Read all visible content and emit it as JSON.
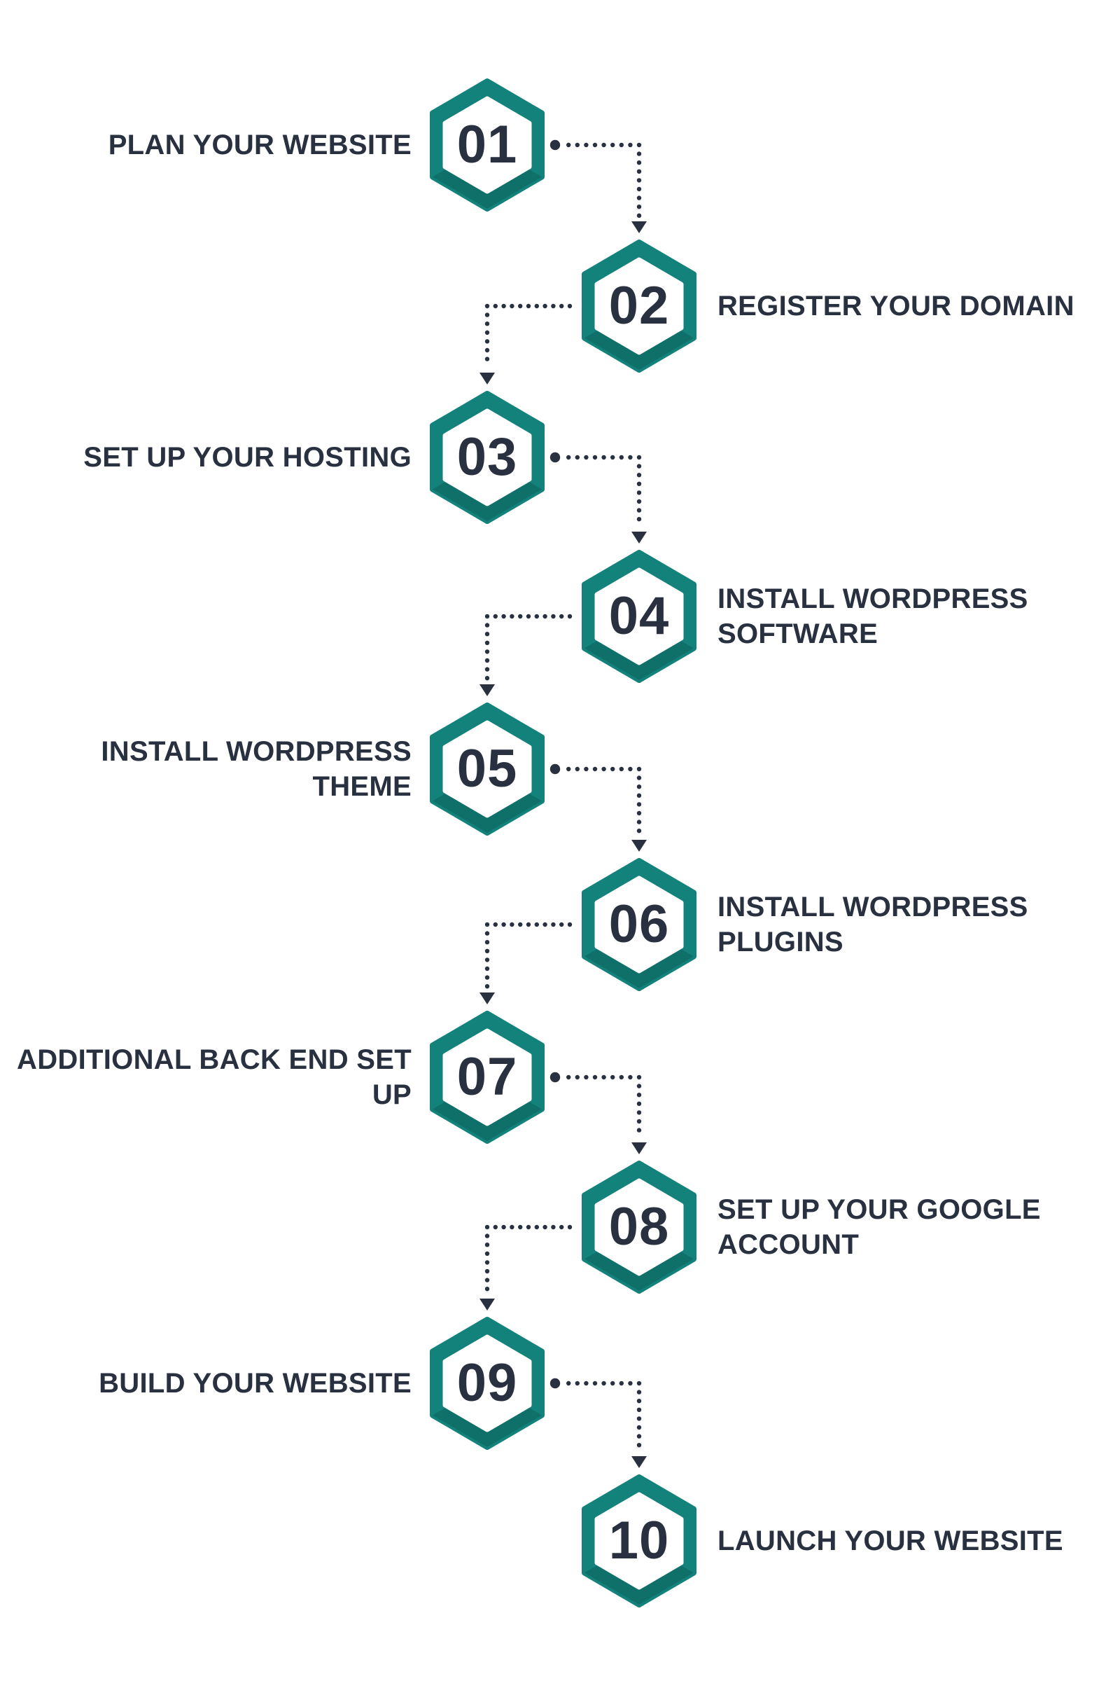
{
  "colors": {
    "background": "#FFFFFF",
    "hexagon_ring": "#12827B",
    "hexagon_ring_shadow_opacity": 0.14,
    "hexagon_fill": "#FFFFFF",
    "text": "#293140",
    "connector": "#293140"
  },
  "diagram": {
    "type": "process-flow-infographic",
    "description": "10-step zigzag hexagon flow connected by dotted elbow arrows",
    "steps": [
      {
        "number": "01",
        "side": "left",
        "label": "PLAN YOUR WEBSITE",
        "lines": [
          "PLAN YOUR WEBSITE"
        ]
      },
      {
        "number": "02",
        "side": "right",
        "label": "REGISTER YOUR DOMAIN",
        "lines": [
          "REGISTER YOUR DOMAIN"
        ]
      },
      {
        "number": "03",
        "side": "left",
        "label": "SET UP YOUR HOSTING",
        "lines": [
          "SET UP YOUR HOSTING"
        ]
      },
      {
        "number": "04",
        "side": "right",
        "label": "INSTALL WORDPRESS SOFTWARE",
        "lines": [
          "INSTALL WORDPRESS",
          "SOFTWARE"
        ]
      },
      {
        "number": "05",
        "side": "left",
        "label": "INSTALL WORDPRESS THEME",
        "lines": [
          "INSTALL WORDPRESS",
          "THEME"
        ]
      },
      {
        "number": "06",
        "side": "right",
        "label": "INSTALL WORDPRESS PLUGINS",
        "lines": [
          "INSTALL WORDPRESS",
          "PLUGINS"
        ]
      },
      {
        "number": "07",
        "side": "left",
        "label": "ADDITIONAL BACK END SET UP",
        "lines": [
          "ADDITIONAL BACK END SET",
          "UP"
        ]
      },
      {
        "number": "08",
        "side": "right",
        "label": "SET UP YOUR GOOGLE ACCOUNT",
        "lines": [
          "SET UP YOUR GOOGLE",
          "ACCOUNT"
        ]
      },
      {
        "number": "09",
        "side": "left",
        "label": "BUILD YOUR WEBSITE",
        "lines": [
          "BUILD YOUR WEBSITE"
        ]
      },
      {
        "number": "10",
        "side": "right",
        "label": "LAUNCH YOUR WEBSITE",
        "lines": [
          "LAUNCH YOUR WEBSITE"
        ]
      }
    ]
  }
}
